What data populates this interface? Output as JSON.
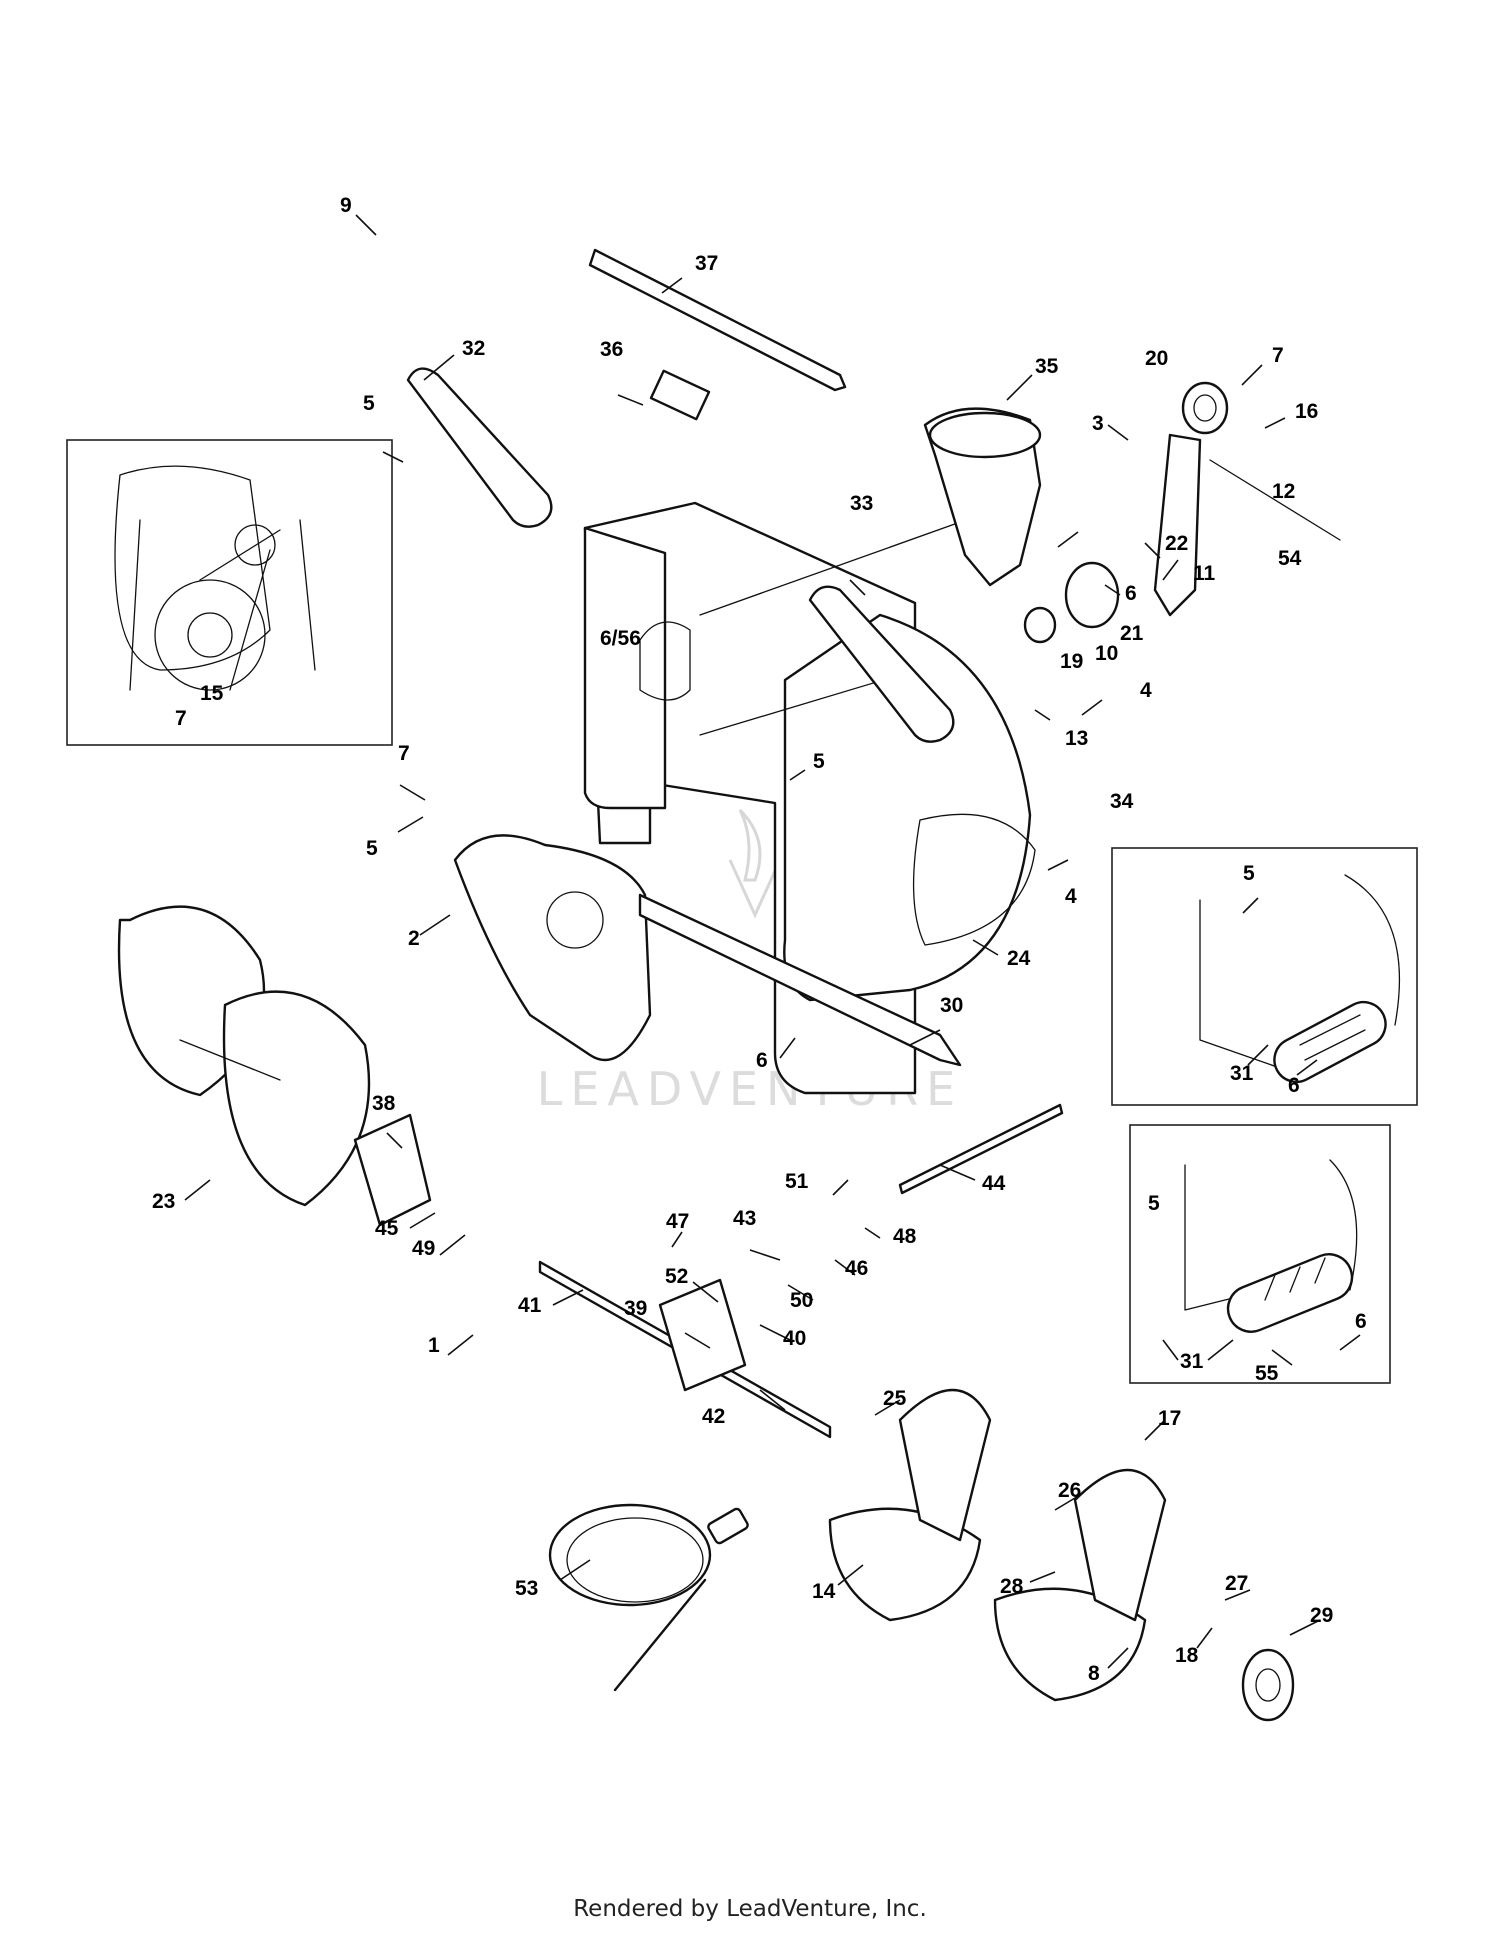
{
  "watermark": "LEADVENTURE",
  "footer": "Rendered by LeadVenture, Inc.",
  "callouts": [
    {
      "label": "9"
    },
    {
      "label": "37"
    },
    {
      "label": "32"
    },
    {
      "label": "36"
    },
    {
      "label": "35"
    },
    {
      "label": "20"
    },
    {
      "label": "7"
    },
    {
      "label": "16"
    },
    {
      "label": "3"
    },
    {
      "label": "12"
    },
    {
      "label": "5"
    },
    {
      "label": "33"
    },
    {
      "label": "22"
    },
    {
      "label": "54"
    },
    {
      "label": "6"
    },
    {
      "label": "11"
    },
    {
      "label": "6/56"
    },
    {
      "label": "21"
    },
    {
      "label": "19"
    },
    {
      "label": "10"
    },
    {
      "label": "15"
    },
    {
      "label": "7"
    },
    {
      "label": "4"
    },
    {
      "label": "13"
    },
    {
      "label": "7"
    },
    {
      "label": "5"
    },
    {
      "label": "34"
    },
    {
      "label": "5"
    },
    {
      "label": "5"
    },
    {
      "label": "4"
    },
    {
      "label": "2"
    },
    {
      "label": "24"
    },
    {
      "label": "30"
    },
    {
      "label": "6"
    },
    {
      "label": "31"
    },
    {
      "label": "6"
    },
    {
      "label": "38"
    },
    {
      "label": "44"
    },
    {
      "label": "51"
    },
    {
      "label": "23"
    },
    {
      "label": "45"
    },
    {
      "label": "47"
    },
    {
      "label": "43"
    },
    {
      "label": "48"
    },
    {
      "label": "49"
    },
    {
      "label": "52"
    },
    {
      "label": "46"
    },
    {
      "label": "5"
    },
    {
      "label": "39"
    },
    {
      "label": "50"
    },
    {
      "label": "41"
    },
    {
      "label": "40"
    },
    {
      "label": "1"
    },
    {
      "label": "6"
    },
    {
      "label": "31"
    },
    {
      "label": "55"
    },
    {
      "label": "42"
    },
    {
      "label": "25"
    },
    {
      "label": "17"
    },
    {
      "label": "26"
    },
    {
      "label": "53"
    },
    {
      "label": "14"
    },
    {
      "label": "28"
    },
    {
      "label": "27"
    },
    {
      "label": "29"
    },
    {
      "label": "18"
    },
    {
      "label": "8"
    }
  ]
}
